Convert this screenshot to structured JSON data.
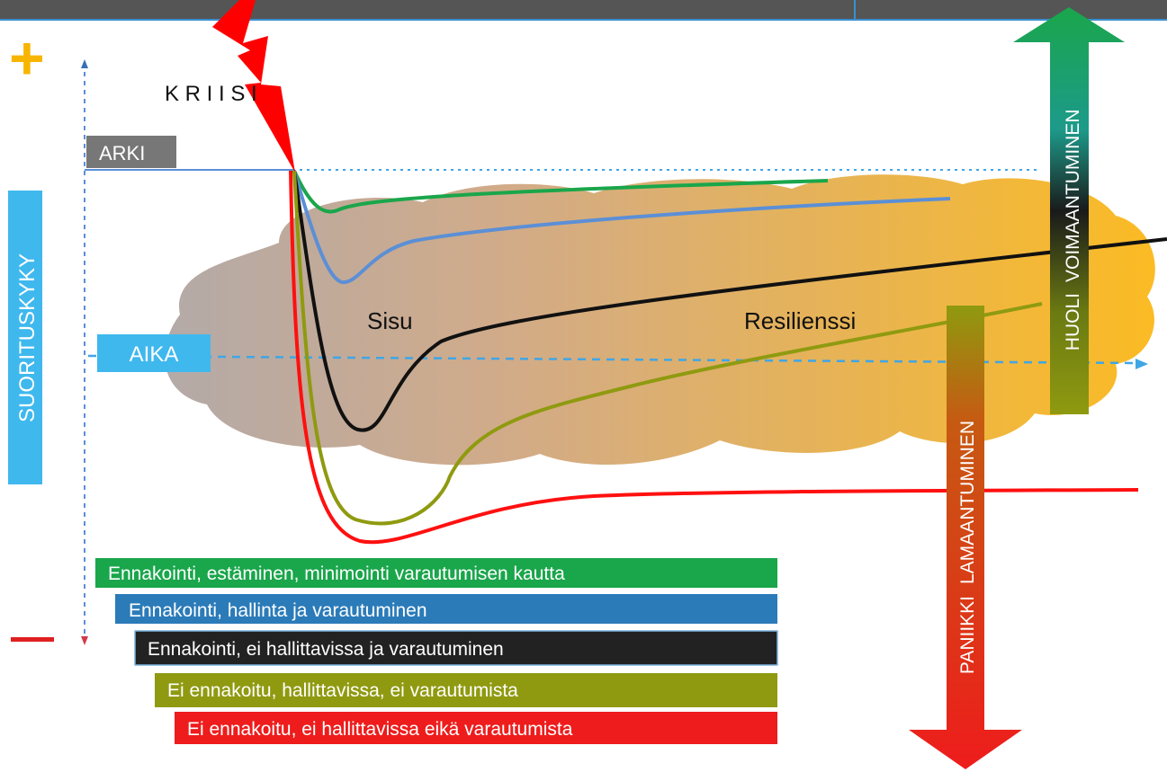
{
  "title": "K R I I S I",
  "axes": {
    "y_label": "SUORITUSKYKY",
    "x_label": "AIKA",
    "baseline_label": "ARKI",
    "plus_sign": "+",
    "minus_sign": "–"
  },
  "regions": {
    "sisu": "Sisu",
    "resilienssi": "Resilienssi"
  },
  "arrows": {
    "up": {
      "label_left": "HUOLI",
      "label_right": "VOIMAANTUMINEN"
    },
    "down": {
      "label_left": "PANIIKKI",
      "label_right": "LAMAANTUMINEN"
    }
  },
  "legend": [
    {
      "label": "Ennakointi, estäminen, minimointi varautumisen kautta",
      "color": "#1aa64b"
    },
    {
      "label": "Ennakointi, hallinta ja varautuminen",
      "color": "#2b7bb9"
    },
    {
      "label": "Ennakointi, ei hallittavissa ja varautuminen",
      "color": "#222222"
    },
    {
      "label": "Ei ennakoitu, hallittavissa, ei varautumista",
      "color": "#8f9a10"
    },
    {
      "label": "Ei ennakoitu, ei hallittavissa eikä varautumista",
      "color": "#ee1c1c"
    }
  ],
  "colors": {
    "top_bar": "#555555",
    "aika_box": "#3fb8ee",
    "arki_box": "#777777",
    "plus": "#f7b500",
    "minus": "#e02020",
    "lightning": "#ff0000",
    "curve_green": "#1aa64b",
    "curve_blue": "#5b8fd6",
    "curve_black": "#111111",
    "curve_olive": "#8f9a10",
    "curve_red": "#ff1010"
  }
}
